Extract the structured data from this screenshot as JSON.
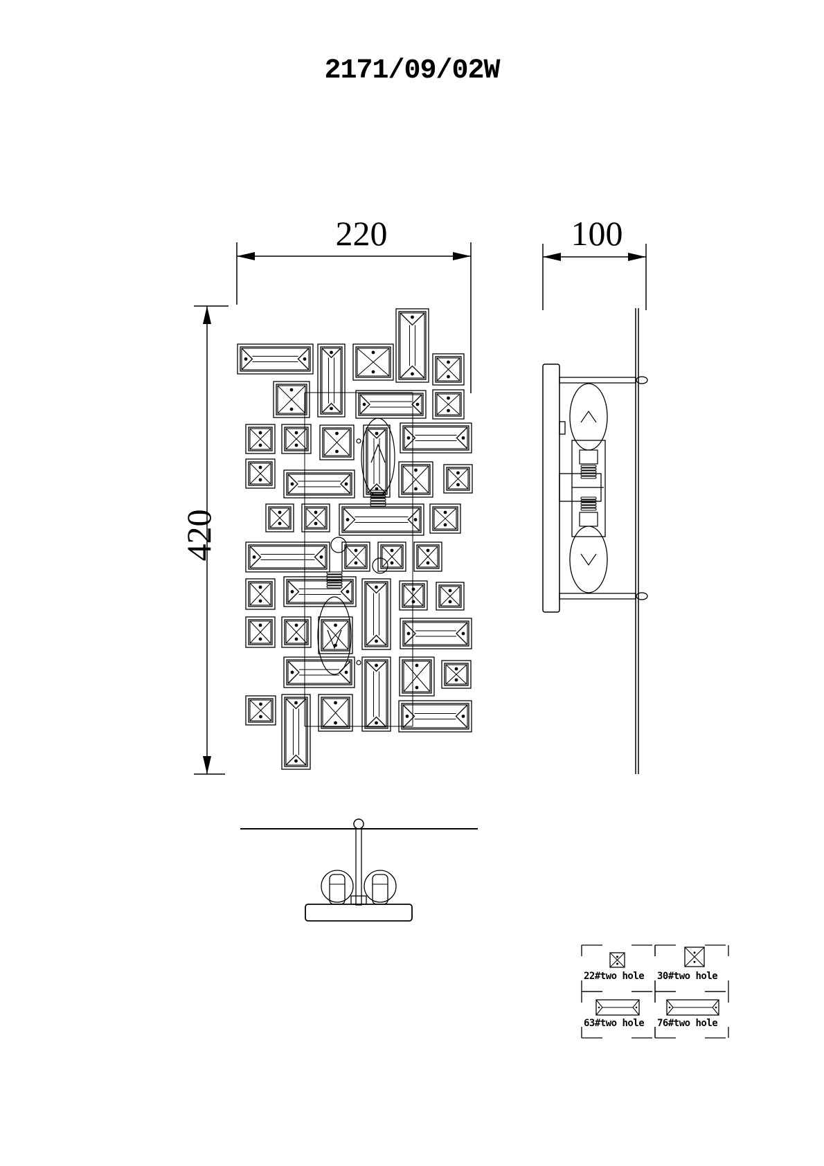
{
  "drawing": {
    "model_number": "2171/09/02W",
    "dimensions": {
      "width": "220",
      "depth": "100",
      "height": "420"
    },
    "views": [
      "front-view",
      "side-view",
      "top-view"
    ],
    "legend": {
      "items": [
        {
          "label": "22#two hole",
          "crystal": "square-small"
        },
        {
          "label": "30#two hole",
          "crystal": "square-large"
        },
        {
          "label": "63#two hole",
          "crystal": "rect-short"
        },
        {
          "label": "76#two hole",
          "crystal": "rect-long"
        }
      ]
    },
    "line_color": "#000000",
    "background_color": "#ffffff"
  }
}
